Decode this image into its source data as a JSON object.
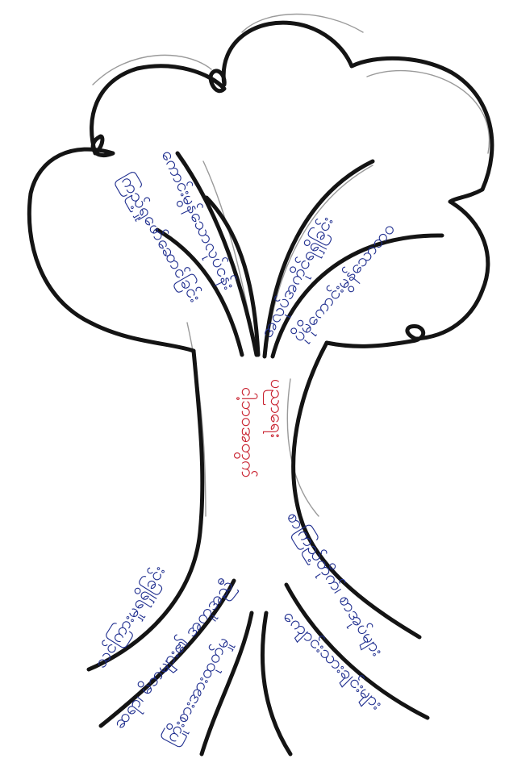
{
  "colors": {
    "outline": "#141414",
    "branch_text": "#1f2e8f",
    "trunk_text": "#c8202e",
    "paper": "#ffffff"
  },
  "trunk": {
    "line1": "ငါ့ဘဝအတွက်",
    "line2": "ပညာရေး"
  },
  "branches": {
    "b1": "ကြည့်ရှုဖော်ဆောင်ခြင်း",
    "b2": "ကောင်းမွန်သောလုပ်ငန်း",
    "b3": "အလုပ်အကိုင်ရရှိခြင်း",
    "b4": "ပိုမိုကောင်းမွန်သောဘဝ"
  },
  "roots": {
    "r1": "သင်ကြားမှုရရှိခြင်း",
    "r2": "ဆရာ၊ မိဘများ၏ အကူအညီ",
    "r3": "ကြိုးစားအားထုတ်မှု",
    "r4": "စာကြည့်တိုက်၊ စာအုပ်များ",
    "r5": "ကျောင်းသားချင်းများ"
  }
}
